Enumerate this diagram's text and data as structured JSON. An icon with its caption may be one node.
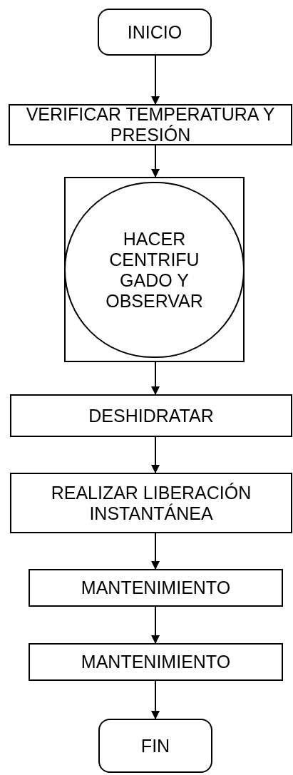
{
  "diagram": {
    "nodes": [
      {
        "text": [
          "INICIO"
        ]
      },
      {
        "text": [
          "VERIFICAR TEMPERATURA Y PRESIÓN"
        ]
      },
      {
        "text": [],
        "shape": "box"
      },
      {
        "text": [
          "HACER CENTRIFU GADO Y OBSERVAR"
        ],
        "in": 2
      },
      {
        "text": [
          "DESHIDRATAR"
        ]
      },
      {
        "text": [
          "REALIZAR LIBERACIÓN INSTANTÁNEA"
        ]
      },
      {
        "text": [
          "MANTENIMIENTO"
        ]
      },
      {
        "text": [
          "MANTENIMIENTO"
        ]
      },
      {
        "text": [
          "FIN"
        ]
      }
    ],
    "edges": [
      {
        "from": 0,
        "to": 1,
        "arrow": "to"
      },
      {
        "from": 1,
        "to": 2,
        "arrow": "to"
      },
      {
        "from": 2,
        "to": 4,
        "arrow": "to"
      },
      {
        "from": 4,
        "to": 5,
        "arrow": "to"
      },
      {
        "from": 5,
        "to": 6,
        "arrow": "to"
      },
      {
        "from": 6,
        "to": 7,
        "arrow": "to"
      },
      {
        "from": 7,
        "to": 8,
        "arrow": "to"
      }
    ]
  }
}
